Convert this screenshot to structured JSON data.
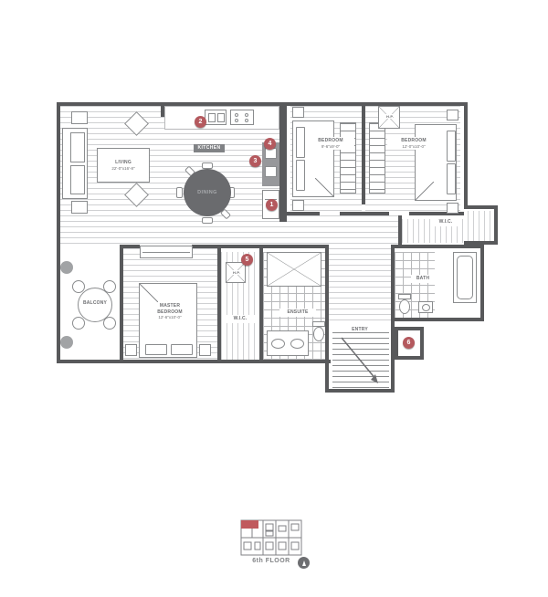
{
  "colors": {
    "wall": "#58595b",
    "furniture": "#8a8c8e",
    "floor_line": "#cfd0d2",
    "tile_line": "#b7b8ba",
    "marker": "#b4595e",
    "label": "#6d6e71",
    "label_light": "#808285",
    "dining_fill": "#6a6b6e",
    "dining_text": "#a7a9ac",
    "keyplan": "#808285",
    "keyplan_red": "#c05a5e"
  },
  "rooms": {
    "living": {
      "name": "LIVING",
      "dims": "22'-0\"x16'-8\""
    },
    "dining": {
      "name": "DINING"
    },
    "kitchen": {
      "name": "KITCHEN"
    },
    "bedroom2": {
      "name": "BEDROOM",
      "dims": "9'-6\"x9'-0\""
    },
    "bedroom3": {
      "name": "BEDROOM",
      "dims": "12'-0\"x10'-0\""
    },
    "master": {
      "line1": "MASTER",
      "line2": "BEDROOM",
      "dims": "12'-6\"x10'-0\""
    },
    "balcony": {
      "name": "BALCONY"
    },
    "ensuite": {
      "name": "ENSUITE"
    },
    "bath": {
      "name": "BATH"
    },
    "wic": {
      "name": "W.I.C."
    },
    "wic2": {
      "name": "W.I.C."
    },
    "entry": {
      "name": "ENTRY"
    },
    "hp": {
      "name": "H.P."
    }
  },
  "markers": [
    {
      "number": "1"
    },
    {
      "number": "2"
    },
    {
      "number": "3"
    },
    {
      "number": "4"
    },
    {
      "number": "5"
    },
    {
      "number": "6"
    }
  ],
  "footer": {
    "floor_label": "6th FLOOR"
  }
}
